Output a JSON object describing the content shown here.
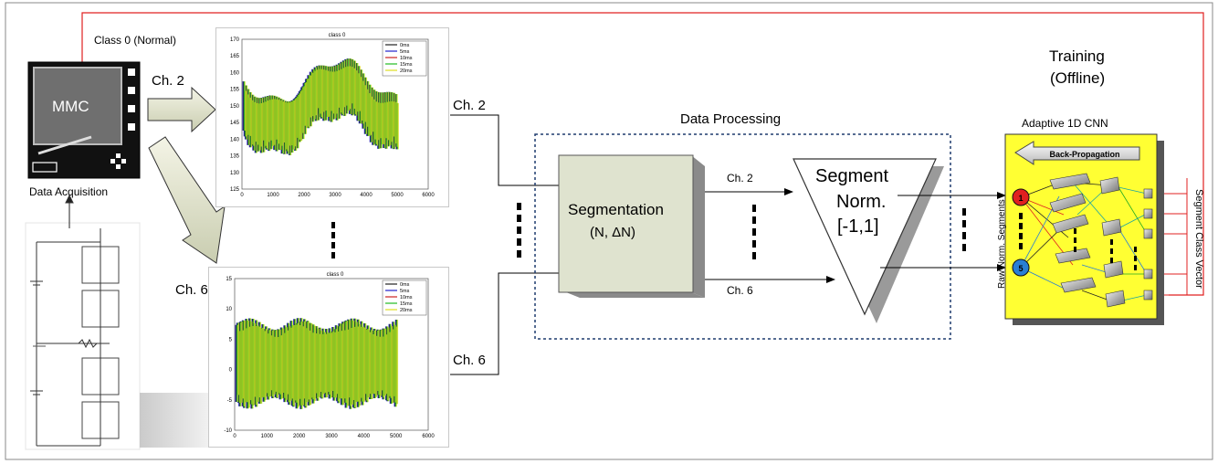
{
  "labels": {
    "class0_normal": "Class 0 (Normal)",
    "mmc": "MMC",
    "data_acquisition": "Data Acquisition",
    "ch2_top": "Ch. 2",
    "ch6_left": "Ch. 6",
    "ch2_mid": "Ch. 2",
    "ch6_mid": "Ch. 6",
    "data_processing": "Data Processing",
    "segmentation": "Segmentation",
    "segmentation_params": "(N, ΔN)",
    "ch2_small": "Ch. 2",
    "ch6_small": "Ch. 6",
    "segment": "Segment",
    "norm": "Norm.",
    "range": "[-1,1]",
    "training": "Training",
    "offline": "(Offline)",
    "adaptive_cnn": "Adaptive 1D CNN",
    "back_propagation": "Back-Propagation",
    "raw_norm_segments": "Raw Norm. Segments",
    "segment_class_vector": "Segment Class Vector",
    "node_1": "1",
    "node_5": "5"
  },
  "plots": [
    {
      "title": "class 0",
      "yticks": [
        "170",
        "165",
        "160",
        "155",
        "150",
        "145",
        "140",
        "135",
        "130",
        "125"
      ],
      "xticks": [
        "0",
        "1000",
        "2000",
        "3000",
        "4000",
        "5000",
        "6000"
      ],
      "legend": [
        "0ms",
        "5ms",
        "10ms",
        "15ms",
        "20ms"
      ]
    },
    {
      "title": "class 0",
      "yticks": [
        "15",
        "10",
        "5",
        "0",
        "-5",
        "-10"
      ],
      "xticks": [
        "0",
        "1000",
        "2000",
        "3000",
        "4000",
        "5000",
        "6000"
      ],
      "legend": [
        "0ms",
        "5ms",
        "10ms",
        "15ms",
        "20ms"
      ]
    }
  ],
  "colors": {
    "feedback_line": "#e02020",
    "segmentation_box": "#dfe3cf",
    "cnn_panel": "#ffff33",
    "node_1": "#e02020",
    "node_5": "#2a7fd4",
    "dashed_box": "#1f3b6e",
    "legend_series": [
      "#222222",
      "#2222cc",
      "#cc2222",
      "#22bb22",
      "#dddd22"
    ]
  }
}
